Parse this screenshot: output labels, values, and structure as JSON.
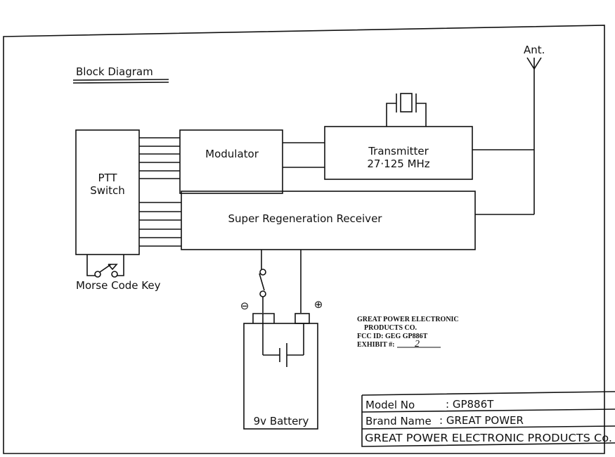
{
  "title": "Block Diagram",
  "blocks": {
    "ptt_line1": "PTT",
    "ptt_line2": "Switch",
    "modulator": "Modulator",
    "transmitter": "Transmitter",
    "transmitter_freq": "27·125 MHz",
    "receiver": "Super Regeneration Receiver",
    "antenna": "Ant.",
    "morse_key": "Morse Code Key",
    "battery": "9v Battery",
    "minus": "⊖",
    "plus": "⊕"
  },
  "stamp": {
    "line1": "GREAT POWER ELECTRONIC",
    "line2": "PRODUCTS  CO.",
    "line3": "FCC ID:  GEG GP886T",
    "line4": "EXHIBIT #:",
    "exhibit_value": "2"
  },
  "title_block": {
    "model_label": "Model No",
    "model_value": ": GP886T",
    "brand_label": "Brand Name",
    "brand_value": ": GREAT POWER",
    "company": "GREAT POWER ELECTRONIC PRODUCTS Co."
  }
}
